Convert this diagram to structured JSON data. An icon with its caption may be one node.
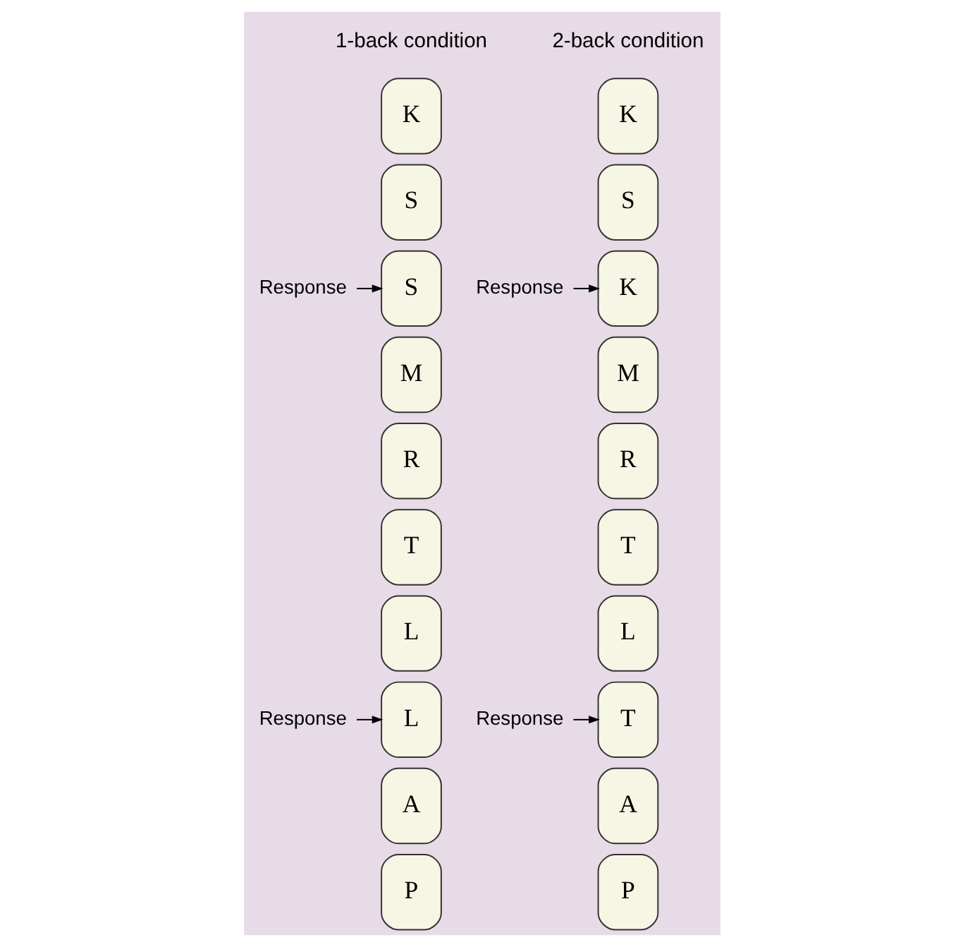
{
  "diagram": {
    "nodes": [
      {
        "text": [
          "K"
        ]
      },
      {
        "text": [
          "S"
        ]
      },
      {
        "text": [
          "S"
        ]
      },
      {
        "text": [
          "M"
        ]
      },
      {
        "text": [
          "R"
        ]
      },
      {
        "text": [
          "T"
        ]
      },
      {
        "text": [
          "L"
        ]
      },
      {
        "text": [
          "L"
        ]
      },
      {
        "text": [
          "A"
        ]
      },
      {
        "text": [
          "P"
        ]
      },
      {
        "text": [
          "Response"
        ]
      },
      {
        "text": [
          "Response"
        ]
      },
      {
        "text": [
          "K"
        ]
      },
      {
        "text": [
          "S"
        ]
      },
      {
        "text": [
          "K"
        ]
      },
      {
        "text": [
          "M"
        ]
      },
      {
        "text": [
          "R"
        ]
      },
      {
        "text": [
          "T"
        ]
      },
      {
        "text": [
          "L"
        ]
      },
      {
        "text": [
          "T"
        ]
      },
      {
        "text": [
          "A"
        ]
      },
      {
        "text": [
          "P"
        ]
      },
      {
        "text": [
          "Response"
        ]
      },
      {
        "text": [
          "Response"
        ]
      }
    ],
    "edges": [
      {
        "from": 10,
        "to": 2,
        "arrow": "to"
      },
      {
        "from": 11,
        "to": 7,
        "arrow": "to"
      },
      {
        "from": 22,
        "to": 14,
        "arrow": "to"
      },
      {
        "from": 23,
        "to": 19,
        "arrow": "to"
      }
    ],
    "labels": [
      "1-back condition",
      "2-back condition"
    ]
  }
}
